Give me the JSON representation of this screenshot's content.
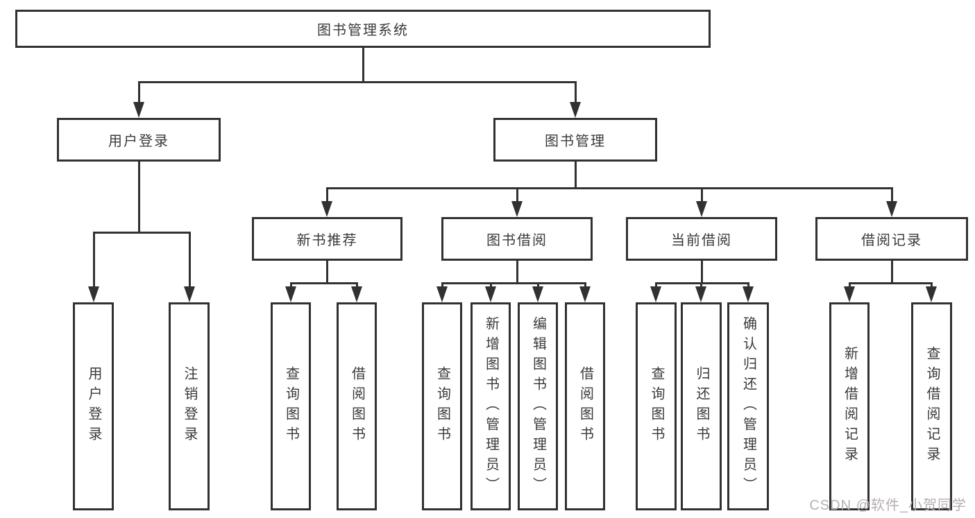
{
  "diagram": {
    "root": {
      "label": "图书管理系统",
      "children": [
        {
          "label": "用户登录",
          "children": [
            {
              "label": "用户登录"
            },
            {
              "label": "注销登录"
            }
          ]
        },
        {
          "label": "图书管理",
          "children": [
            {
              "label": "新书推荐",
              "children": [
                {
                  "label": "查询图书"
                },
                {
                  "label": "借阅图书"
                }
              ]
            },
            {
              "label": "图书借阅",
              "children": [
                {
                  "label": "查询图书"
                },
                {
                  "label": "新增图书（管理员）"
                },
                {
                  "label": "编辑图书（管理员）"
                },
                {
                  "label": "借阅图书"
                }
              ]
            },
            {
              "label": "当前借阅",
              "children": [
                {
                  "label": "查询图书"
                },
                {
                  "label": "归还图书"
                },
                {
                  "label": "确认归还（管理员）"
                }
              ]
            },
            {
              "label": "借阅记录",
              "children": [
                {
                  "label": "新增借阅记录"
                },
                {
                  "label": "查询借阅记录"
                }
              ]
            }
          ]
        }
      ]
    },
    "colors": {
      "line": "#313131",
      "text": "#3a3a3a",
      "background": "#ffffff",
      "watermark": "#b6b0b0"
    }
  },
  "watermark": "CSDN @软件_小贺同学"
}
